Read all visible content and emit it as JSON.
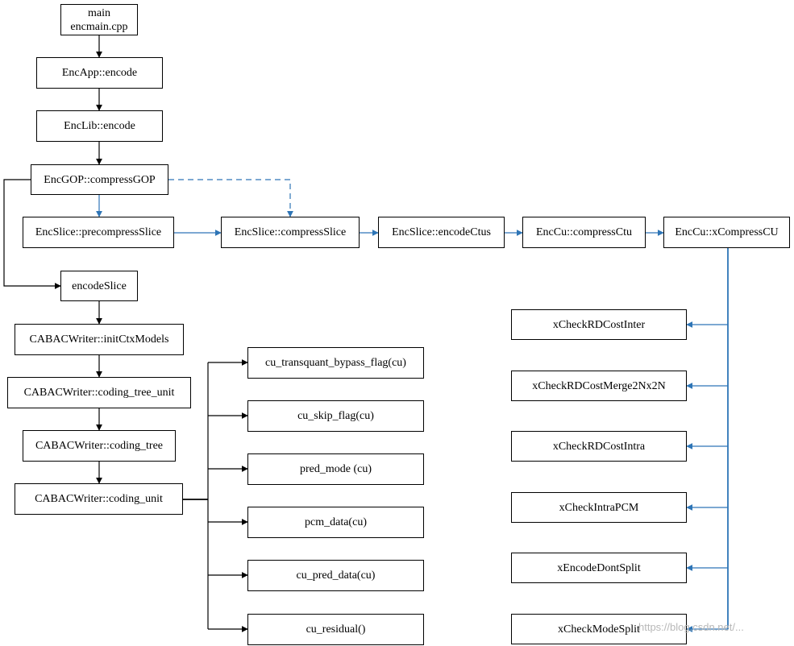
{
  "nodes": {
    "main": {
      "line1": "main",
      "line2": "encmain.cpp"
    },
    "encapp_encode": "EncApp::encode",
    "enclib_encode": "EncLib::encode",
    "encgop_compressgop": "EncGOP::compressGOP",
    "encslice_precompressslice": "EncSlice::precompressSlice",
    "encslice_compressslice": "EncSlice::compressSlice",
    "encslice_encodectus": "EncSlice::encodeCtus",
    "enccu_compressctu": "EncCu::compressCtu",
    "enccu_xcompresscu": "EncCu::xCompressCU",
    "encodeslice": "encodeSlice",
    "cabac_initctxmodels": "CABACWriter::initCtxModels",
    "cabac_coding_tree_unit": "CABACWriter::coding_tree_unit",
    "cabac_coding_tree": "CABACWriter::coding_tree",
    "cabac_coding_unit": "CABACWriter::coding_unit",
    "cu_transquant_bypass_flag": "cu_transquant_bypass_flag(cu)",
    "cu_skip_flag": "cu_skip_flag(cu)",
    "pred_mode": "pred_mode (cu)",
    "pcm_data": "pcm_data(cu)",
    "cu_pred_data": "cu_pred_data(cu)",
    "cu_residual": "cu_residual()",
    "xcheckrdcostinter": "xCheckRDCostInter",
    "xcheckrdcostmerge2nx2n": "xCheckRDCostMerge2Nx2N",
    "xcheckrdcostintra": "xCheckRDCostIntra",
    "xcheckintrapcm": "xCheckIntraPCM",
    "xencodedontsplit": "xEncodeDontSplit",
    "xcheckmodesplit": "xCheckModeSplit"
  },
  "watermark": "https://blog.csdn.net/...",
  "colors": {
    "black": "#000000",
    "blue": "#2e75b6"
  }
}
